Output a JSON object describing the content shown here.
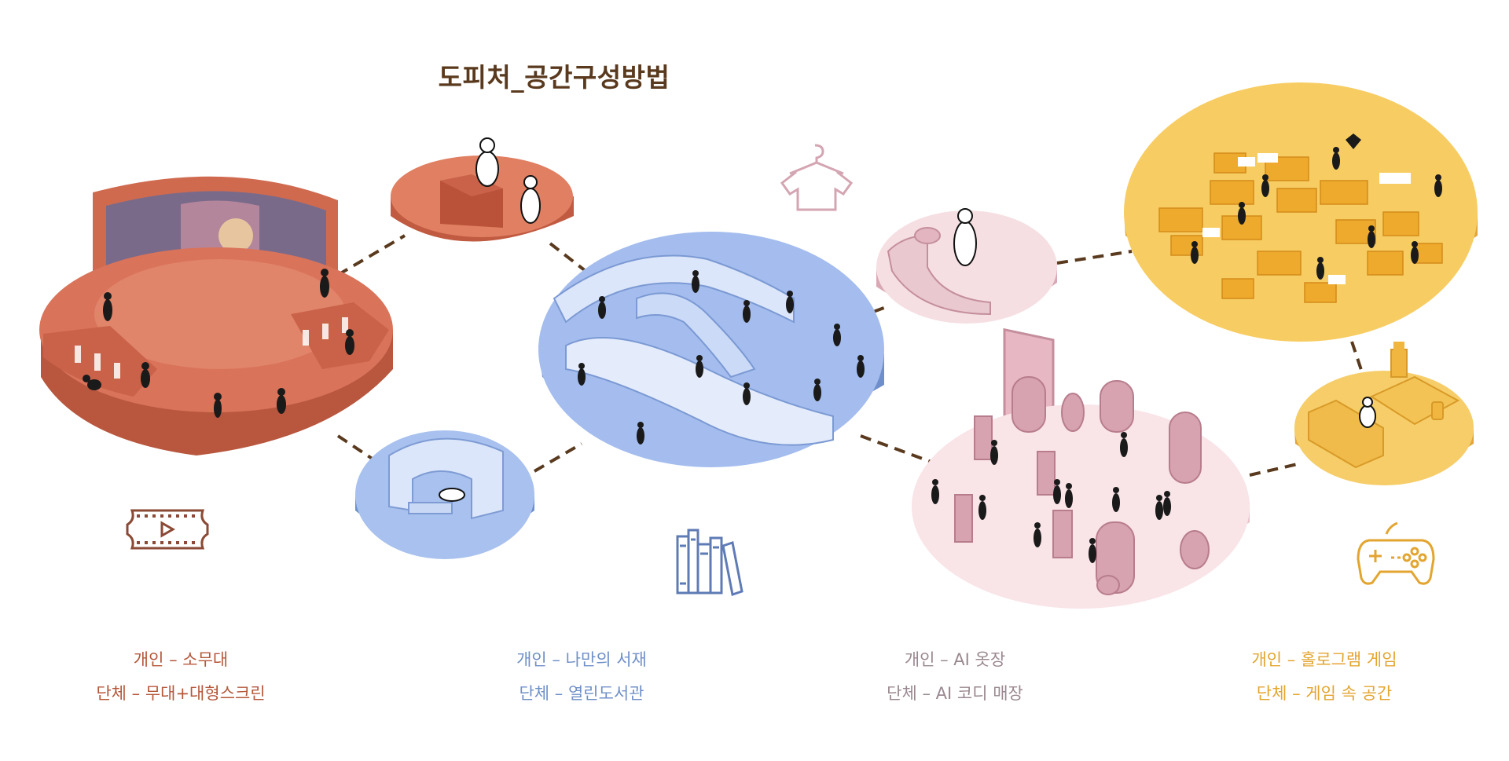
{
  "title": "도피처_공간구성방법",
  "colors": {
    "title": "#5a3a1e",
    "theater": "#d9735a",
    "theater_dark": "#b8563e",
    "library": "#9db8e8",
    "library_dark": "#6f8fcc",
    "closet": "#f6dfe3",
    "closet_dark": "#d8a8b4",
    "game": "#f3c65c",
    "game_dark": "#e0a63a",
    "connector": "#5a3a1e"
  },
  "icons": {
    "theater": "film-ticket-icon",
    "library": "books-icon",
    "closet": "t-shirt-hanger-icon",
    "game": "gamepad-icon"
  },
  "categories": [
    {
      "key": "theater",
      "individual": "개인 – 소무대",
      "group": "단체 – 무대+대형스크린",
      "color": "#b5573a"
    },
    {
      "key": "library",
      "individual": "개인 – 나만의 서재",
      "group": "단체 – 열린도서관",
      "color": "#7090c8"
    },
    {
      "key": "closet",
      "individual": "개인 – AI 옷장",
      "group": "단체 – AI 코디 매장",
      "color": "#9a8890"
    },
    {
      "key": "game",
      "individual": "개인 – 홀로그램 게임",
      "group": "단체 – 게임 속 공간",
      "color": "#e3a530"
    }
  ]
}
